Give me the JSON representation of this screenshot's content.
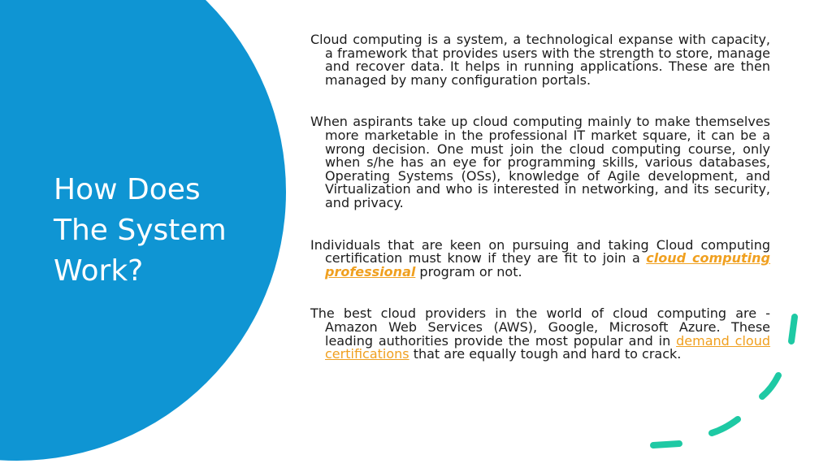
{
  "slide": {
    "title_lines": [
      "How Does",
      "The System",
      "Work?"
    ],
    "paragraphs": [
      {
        "text": "Cloud computing is a system, a technological expanse with capacity, a framework that provides users with the strength to store, manage and recover data. It helps in running applications. These are then managed by many configuration portals."
      },
      {
        "text": "When aspirants take up cloud computing mainly to make themselves more marketable in the professional IT market square, it can be a wrong decision. One must join the cloud computing course, only when s/he has an eye for programming skills, various databases, Operating Systems (OSs), knowledge of Agile development, and Virtualization and who is interested in networking, and its security, and privacy."
      },
      {
        "before": "Individuals that are keen on pursuing and taking Cloud computing certification must know if they are fit to join a ",
        "link": "cloud computing professional",
        "after": " program or not."
      },
      {
        "before": "The best cloud providers in the world of cloud computing are - Amazon Web Services (AWS), Google, Microsoft Azure. These leading authorities provide the most popular and in ",
        "link": "demand cloud certifications",
        "after": " that are equally tough and hard to crack."
      }
    ]
  },
  "colors": {
    "circle": "#0f95d3",
    "title": "#ffffff",
    "body_text": "#1c1c1c",
    "link": "#f0a020",
    "decoration": "#1ec9a4"
  },
  "icons": {
    "decoration": "dashed-arc-decoration"
  }
}
